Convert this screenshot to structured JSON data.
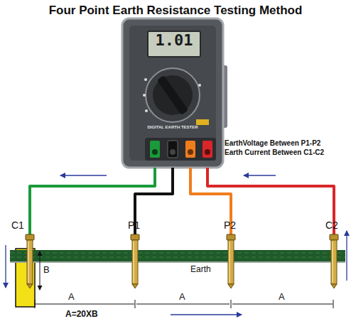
{
  "diagram": {
    "title": "Four Point Earth Resistance Testing Method",
    "nodes": [
      {
        "text": [
          "1.01",
          "DIGITAL EARTH TESTER"
        ]
      },
      {
        "text": [
          "C1"
        ]
      },
      {
        "text": [
          "P1"
        ]
      },
      {
        "text": [
          "P2"
        ]
      },
      {
        "text": [
          "C2"
        ]
      }
    ],
    "edges": [
      {
        "from": 0,
        "to": 1,
        "arrow": "none"
      },
      {
        "from": 0,
        "to": 2,
        "arrow": "none"
      },
      {
        "from": 0,
        "to": 3,
        "arrow": "none"
      },
      {
        "from": 0,
        "to": 4,
        "arrow": "none"
      }
    ],
    "labels": [
      "EarthVoltage Between P1-P2",
      "Earth Current Between C1-C2",
      "B",
      "A",
      "A",
      "A",
      "Earth",
      "A=20XB"
    ]
  }
}
